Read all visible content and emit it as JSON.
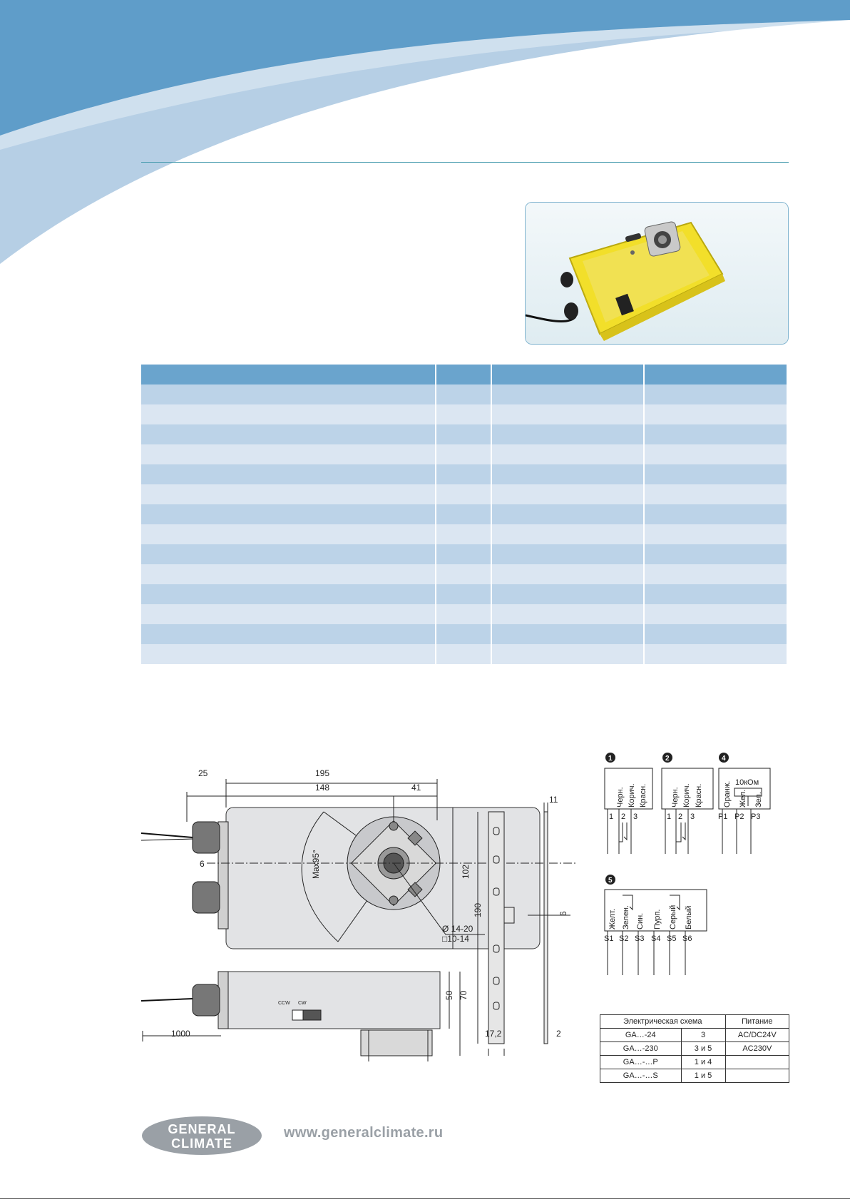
{
  "website": "www.generalclimate.ru",
  "logo": {
    "line1": "GENERAL",
    "line2": "CLIMATE"
  },
  "brand_colors": {
    "primary_blue": "#5f9dc9",
    "light_blue": "#bcd3e8",
    "pale_blue": "#dbe6f2",
    "rule_teal": "#4a9db0"
  },
  "table_rows": 15,
  "drawing": {
    "dims": {
      "d25": "25",
      "d195": "195",
      "d148": "148",
      "d41": "41",
      "d6": "6",
      "d102": "102",
      "max95": "Max95°",
      "shaft_round": "Ø 14-20",
      "shaft_square": "□10-14",
      "d50": "50",
      "d70": "70",
      "d1000": "1000",
      "d190": "190",
      "d11": "11",
      "d6b": "6",
      "d172": "17,2",
      "d2": "2",
      "ccw": "CCW",
      "cw": "CW"
    }
  },
  "wiring": {
    "d1": {
      "badge": "1",
      "wires": [
        "Черн.",
        "Корич.",
        "Красн."
      ],
      "terminals": [
        "1",
        "2",
        "3"
      ]
    },
    "d2": {
      "badge": "2",
      "wires": [
        "Черн.",
        "Корич.",
        "Красн."
      ],
      "terminals": [
        "1",
        "2",
        "3"
      ]
    },
    "d4": {
      "badge": "4",
      "resistor": "10кОм",
      "wires": [
        "Оранж.",
        "Жел.",
        "Зел."
      ],
      "terminals": [
        "P1",
        "P2",
        "P3"
      ]
    },
    "d5": {
      "badge": "5",
      "wires": [
        "Желт.",
        "Зелен.",
        "Син.",
        "Пурп.",
        "Серый",
        "Белый"
      ],
      "terminals": [
        "S1",
        "S2",
        "S3",
        "S4",
        "S5",
        "S6"
      ]
    }
  },
  "legend": {
    "headers": [
      "Электрическая схема",
      "Питание"
    ],
    "rows": [
      [
        "GA…-24",
        "3",
        "AC/DC24V"
      ],
      [
        "GA…-230",
        "3 и 5",
        "AC230V"
      ],
      [
        "GA…-…P",
        "1 и 4",
        ""
      ],
      [
        "GA…-…S",
        "1 и 5",
        ""
      ]
    ]
  }
}
